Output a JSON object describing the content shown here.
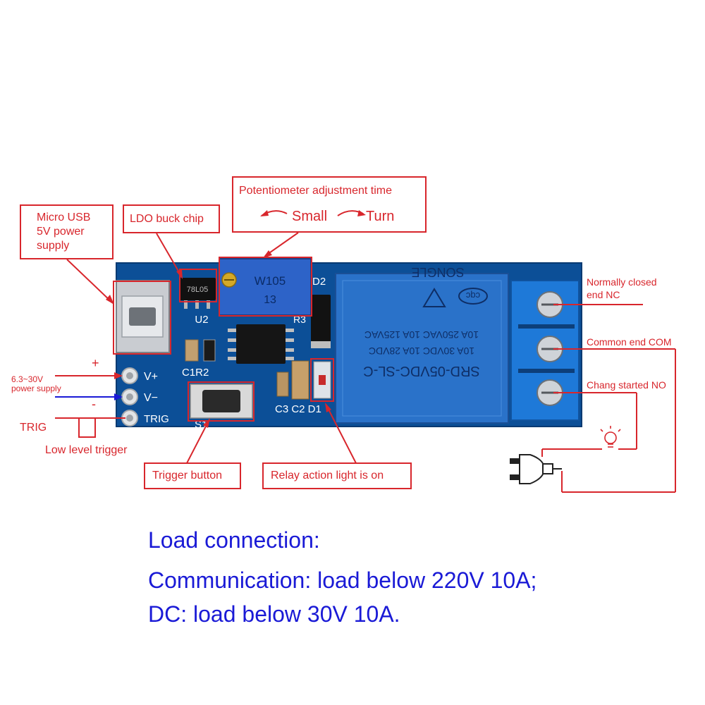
{
  "colors": {
    "annotation_red": "#d8262c",
    "caption_blue": "#1a1ad6",
    "pcb_blue": "#0c4f97",
    "relay_blue": "#2a72c9",
    "terminal_blue": "#1e79d8"
  },
  "callouts": {
    "micro_usb": [
      "Micro USB",
      "5V power",
      "supply"
    ],
    "ldo": "LDO buck chip",
    "pot_title": "Potentiometer adjustment time",
    "pot_small": "Small",
    "pot_turn": "Turn",
    "trigger_button": "Trigger button",
    "relay_light": "Relay action light is on"
  },
  "side_labels": {
    "nc": [
      "Normally closed",
      "end NC"
    ],
    "com": "Common end COM",
    "no": "Chang started NO",
    "plus": "+",
    "minus": "-",
    "supply_range": "6.3~30V",
    "supply_text": "power supply",
    "trig": "TRIG",
    "low_level": "Low level trigger"
  },
  "pcb": {
    "vplus": "V+",
    "vminus": "V−",
    "trig": "TRIG",
    "u2": "U2",
    "c1r2": "C1R2",
    "s1": "S1",
    "c3c2d1": "C3 C2 D1",
    "d2": "D2",
    "r3": "R3",
    "regulator_mark": "78L05",
    "pot_mark_1": "W105",
    "pot_mark_2": "13",
    "relay_lines": [
      "SRD-05VDC-SL-C",
      "10A 30VDC 10A 28VDC",
      "10A 250VAC 10A 125VAC"
    ],
    "relay_brand": "SONGLE",
    "relay_cqc": "cqc"
  },
  "caption": {
    "line1": "Load connection:",
    "line2": "Communication: load below 220V 10A;",
    "line3": "DC: load below 30V 10A."
  }
}
